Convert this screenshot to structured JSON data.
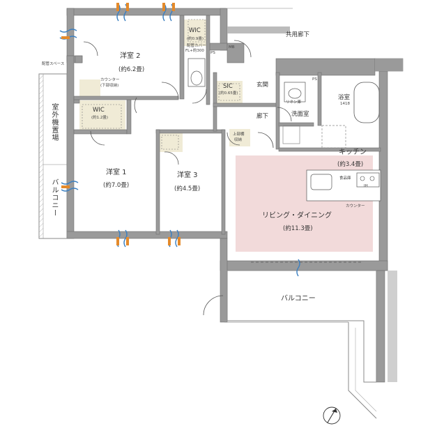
{
  "rooms": {
    "western2": {
      "name": "洋室 2",
      "size": "(約6.2畳)"
    },
    "western1": {
      "name": "洋室 1",
      "size": "(約7.0畳)"
    },
    "western3": {
      "name": "洋室 3",
      "size": "(約4.5畳)"
    },
    "ldk": {
      "name": "リビング・ダイニング",
      "size": "(約11.3畳)"
    },
    "kitchen": {
      "name": "キッチン",
      "size": "(約3.4畳)"
    },
    "bath": {
      "name": "浴室",
      "size": "1418"
    },
    "washroom": {
      "name": "洗面室"
    },
    "entrance": {
      "name": "玄関"
    },
    "hallway": {
      "name": "廊下"
    },
    "shared_corridor": {
      "name": "共用廊下"
    },
    "balcony_main": {
      "name": "バルコニー"
    },
    "balcony_side": {
      "name": "バルコニー"
    },
    "outdoor_unit": {
      "name": "室外機置場"
    }
  },
  "storage": {
    "wic_upper": {
      "name": "WIC",
      "size": "(約0.9畳)"
    },
    "wic_left": {
      "name": "WIC",
      "size": "(約1.2畳)"
    },
    "sic": {
      "name": "SIC",
      "size": "(約0.65畳)"
    },
    "upper_closet": {
      "name": "上部棚",
      "sub": "収納"
    },
    "counter_left": {
      "name": "カウンター",
      "sub": "(下部収納)"
    },
    "counter_kitchen": {
      "name": "カウンター"
    },
    "linen": {
      "name": "リネン庫"
    },
    "food_pantry": {
      "name": "食品庫"
    }
  },
  "fixtures": {
    "ps1": "PS",
    "ps2": "PS",
    "mb": "MB",
    "pipe_space": "配管スペース",
    "pipe_cover": "配管カバー",
    "pipe_cover_sub": "FL+約300",
    "stove": "IH"
  },
  "colors": {
    "wall": "#9a9a9a",
    "wall_edge": "#6f6f6f",
    "ldk_highlight": "#f2dada",
    "storage_fill": "#f0ebd6",
    "vent": "#3a7fc1",
    "vent_warm": "#e48a2b"
  }
}
